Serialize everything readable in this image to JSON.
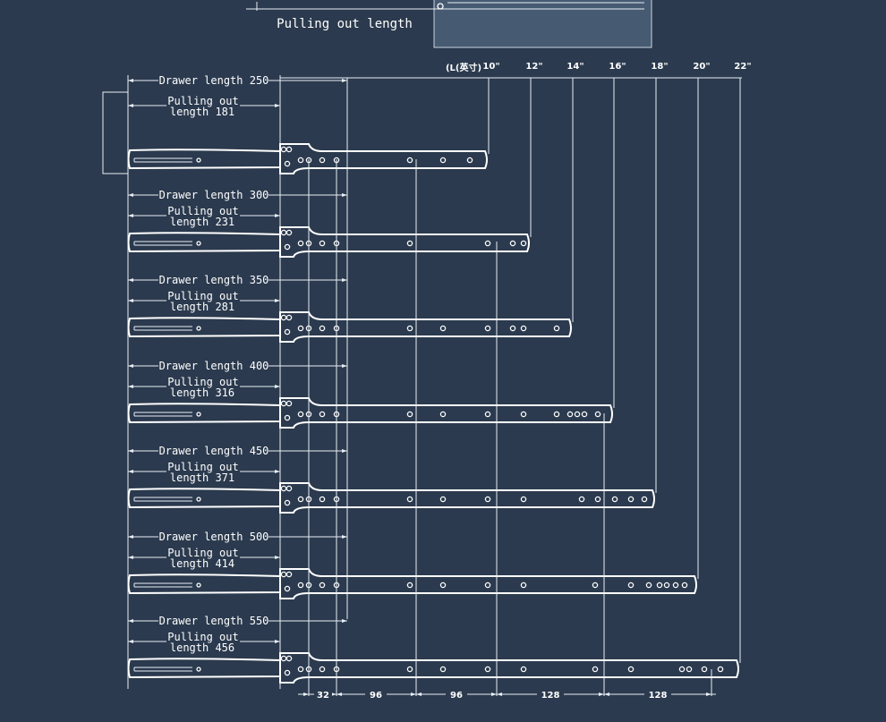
{
  "top": {
    "pulling_out_label": "Pulling out length"
  },
  "header": {
    "unit_label": "(L(英寸)",
    "sizes": [
      "10\"",
      "12\"",
      "14\"",
      "16\"",
      "18\"",
      "20\"",
      "22\""
    ]
  },
  "rails": [
    {
      "drawer_label": "Drawer length 250",
      "pull_line1": "Pulling out",
      "pull_line2": "length 181"
    },
    {
      "drawer_label": "Drawer length 300",
      "pull_line1": "Pulling out",
      "pull_line2": "length 231"
    },
    {
      "drawer_label": "Drawer length 350",
      "pull_line1": "Pulling out",
      "pull_line2": "length 281"
    },
    {
      "drawer_label": "Drawer length 400",
      "pull_line1": "Pulling out",
      "pull_line2": "length 316"
    },
    {
      "drawer_label": "Drawer length 450",
      "pull_line1": "Pulling out",
      "pull_line2": "length 371"
    },
    {
      "drawer_label": "Drawer length 500",
      "pull_line1": "Pulling out",
      "pull_line2": "length 414"
    },
    {
      "drawer_label": "Drawer length 550",
      "pull_line1": "Pulling out",
      "pull_line2": "length 456"
    }
  ],
  "bottom_dims": [
    "32",
    "96",
    "96",
    "128",
    "128"
  ],
  "colors": {
    "background": "#2b3a4e",
    "lines": "#e8eef5"
  }
}
